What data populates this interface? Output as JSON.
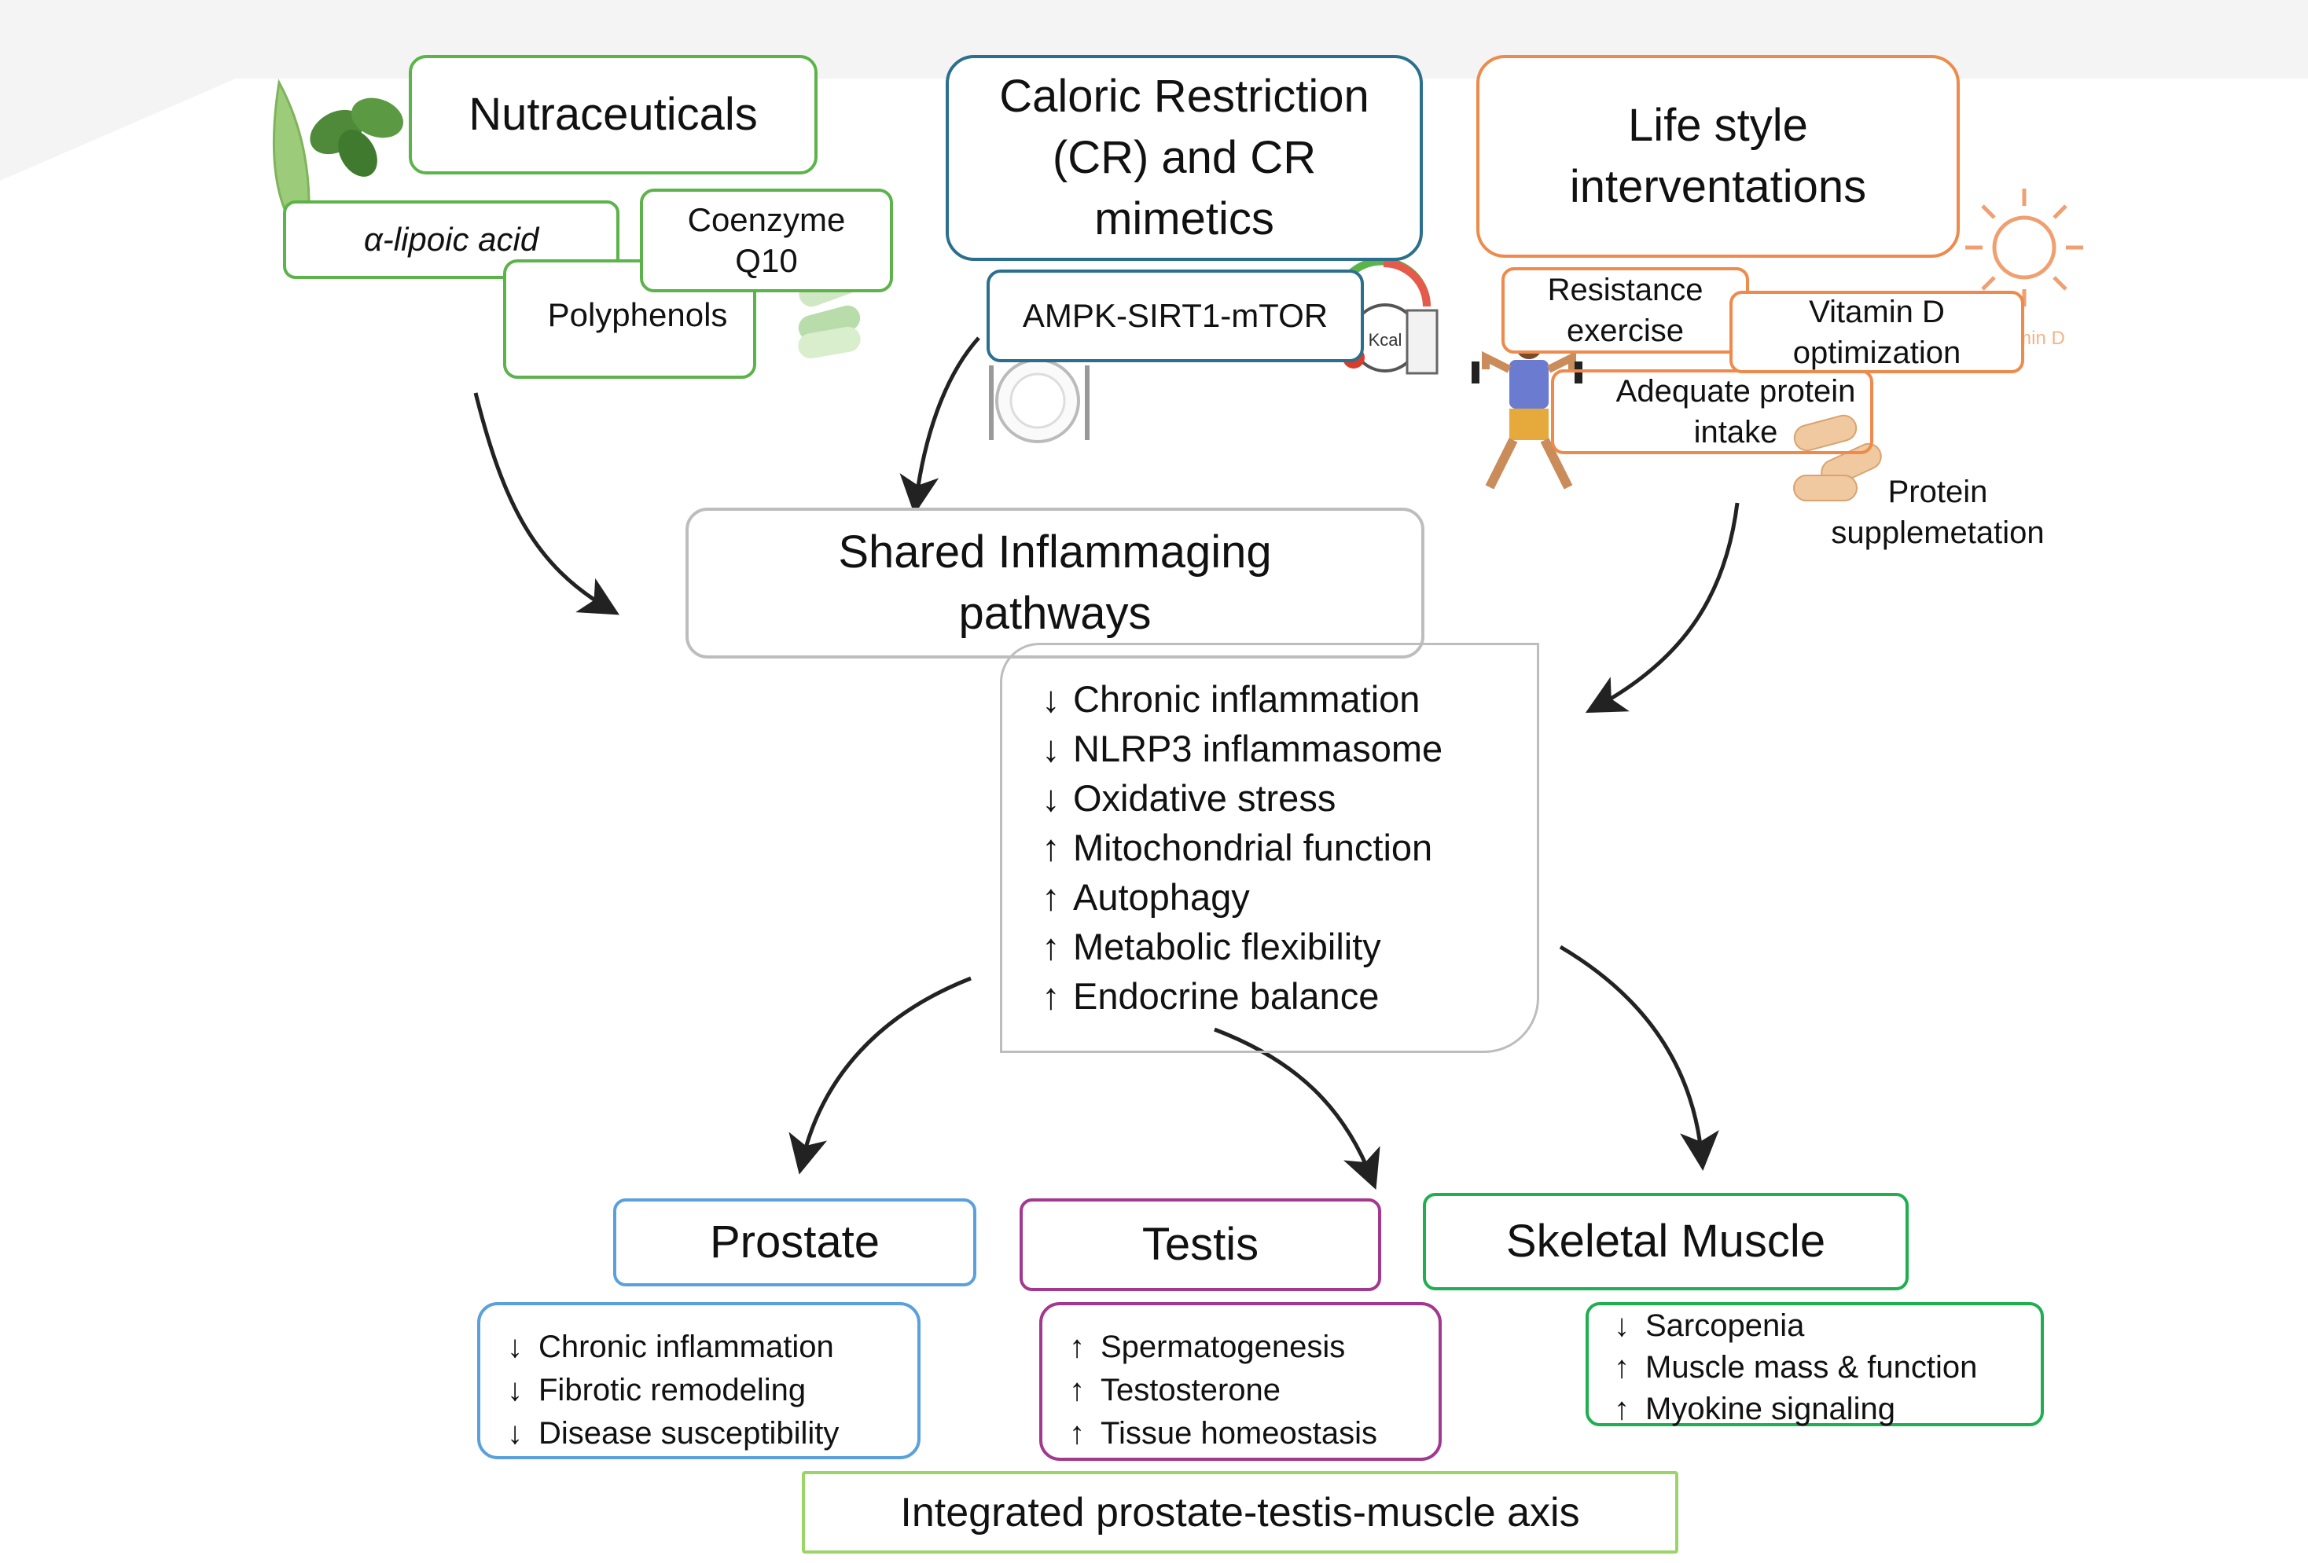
{
  "nutraceuticals": {
    "title": "Nutraceuticals",
    "items": [
      "α-lipoic acid",
      "Coenzyme Q10",
      "Polyphenols"
    ]
  },
  "caloric_restriction": {
    "title": "Caloric Restriction (CR) and CR mimetics",
    "pathway": "AMPK-SIRT1-mTOR",
    "kcal_label": "Kcal"
  },
  "lifestyle": {
    "title": "Life style interventations",
    "items": [
      "Resistance exercise",
      "Vitamin D optimization",
      "Adequate protein intake",
      "Protein supplemetation"
    ],
    "vitamin_d_label": "Vitamin D"
  },
  "shared": {
    "title": "Shared Inflammaging pathways",
    "effects": [
      {
        "dir": "↓",
        "text": "Chronic inflammation"
      },
      {
        "dir": "↓",
        "text": "NLRP3 inflammasome"
      },
      {
        "dir": "↓",
        "text": "Oxidative stress"
      },
      {
        "dir": "↑",
        "text": "Mitochondrial function"
      },
      {
        "dir": "↑",
        "text": "Autophagy"
      },
      {
        "dir": "↑",
        "text": "Metabolic flexibility"
      },
      {
        "dir": "↑",
        "text": "Endocrine balance"
      }
    ]
  },
  "organs": [
    {
      "name": "Prostate",
      "effects": [
        {
          "dir": "↓",
          "text": "Chronic inflammation"
        },
        {
          "dir": "↓",
          "text": "Fibrotic remodeling"
        },
        {
          "dir": "↓",
          "text": "Disease susceptibility"
        }
      ]
    },
    {
      "name": "Testis",
      "effects": [
        {
          "dir": "↑",
          "text": "Spermatogenesis"
        },
        {
          "dir": "↑",
          "text": "Testosterone"
        },
        {
          "dir": "↑",
          "text": "Tissue homeostasis"
        }
      ]
    },
    {
      "name": "Skeletal Muscle",
      "effects": [
        {
          "dir": "↓",
          "text": "Sarcopenia"
        },
        {
          "dir": "↑",
          "text": "Muscle mass & function"
        },
        {
          "dir": "↑",
          "text": "Myokine signaling"
        }
      ]
    }
  ],
  "axis": "Integrated prostate-testis-muscle axis",
  "colors": {
    "nutraceuticals": "#5cb34a",
    "caloric_restriction": "#2b6f8f",
    "lifestyle": "#ee8a4c",
    "shared": "#bdbdbd",
    "prostate": "#5aa0dc",
    "testis": "#a3388f",
    "skeletal_muscle": "#1fae50",
    "axis": "#9bd56a"
  }
}
